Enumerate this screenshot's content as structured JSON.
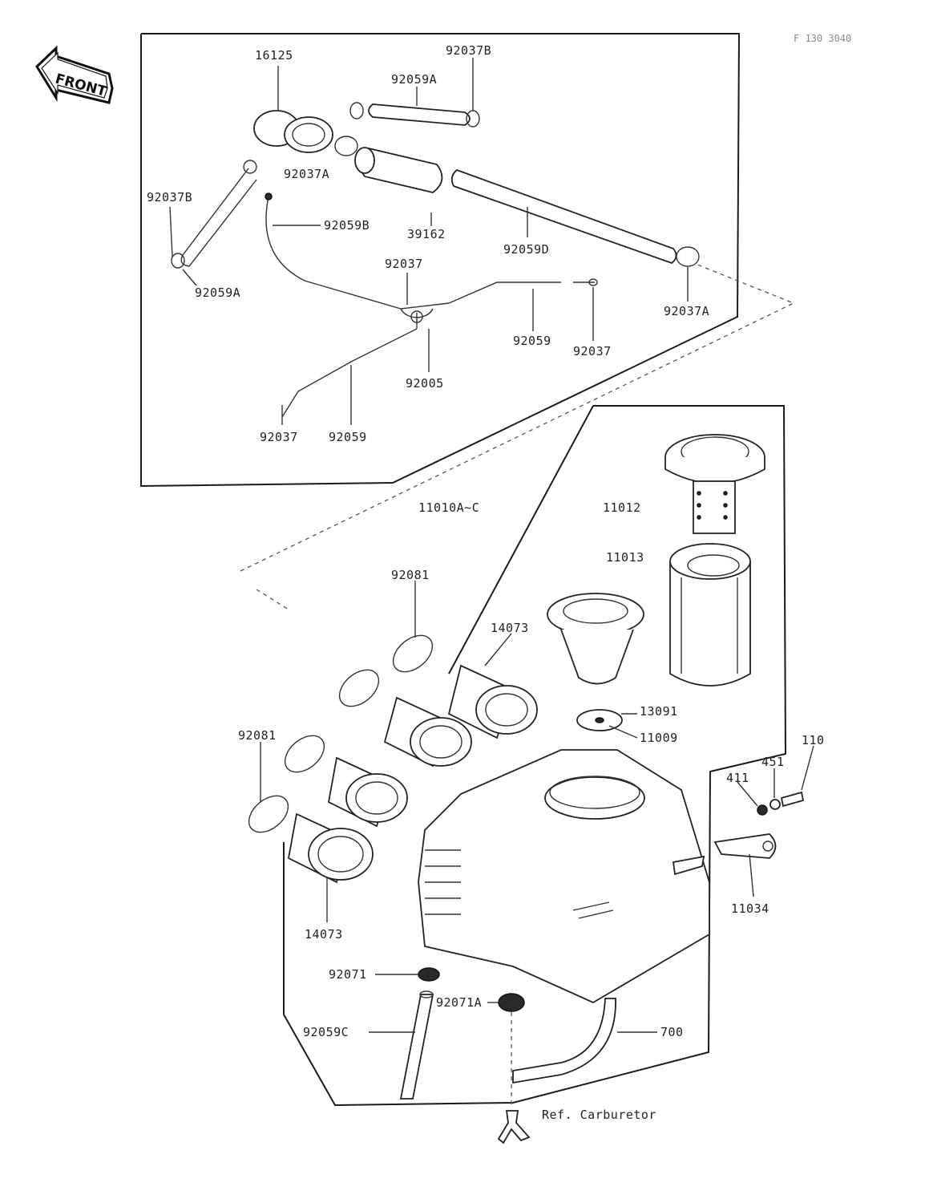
{
  "diagram_code": "F 130 3040",
  "front_label": "FRONT",
  "labels": {
    "p16125": "16125",
    "p92037B_top": "92037B",
    "p92059A_top": "92059A",
    "p92037A_upper": "92037A",
    "p92037B_left": "92037B",
    "p92059B": "92059B",
    "p39162": "39162",
    "p92059D": "92059D",
    "p92059A_left": "92059A",
    "p92037_mid": "92037",
    "p92037A_right": "92037A",
    "p92059_mid": "92059",
    "p92037_right": "92037",
    "p92005": "92005",
    "p92037_low": "92037",
    "p92059_low": "92059",
    "p11010": "11010A~C",
    "p11012": "11012",
    "p11013": "11013",
    "p92081_top": "92081",
    "p14073_top": "14073",
    "p13091": "13091",
    "p11009": "11009",
    "p92081_left": "92081",
    "p110": "110",
    "p451": "451",
    "p411": "411",
    "p11034": "11034",
    "p14073_low": "14073",
    "p92071": "92071",
    "p92071A": "92071A",
    "p92059C": "92059C",
    "p700": "700",
    "ref_carburetor": "Ref. Carburetor"
  }
}
